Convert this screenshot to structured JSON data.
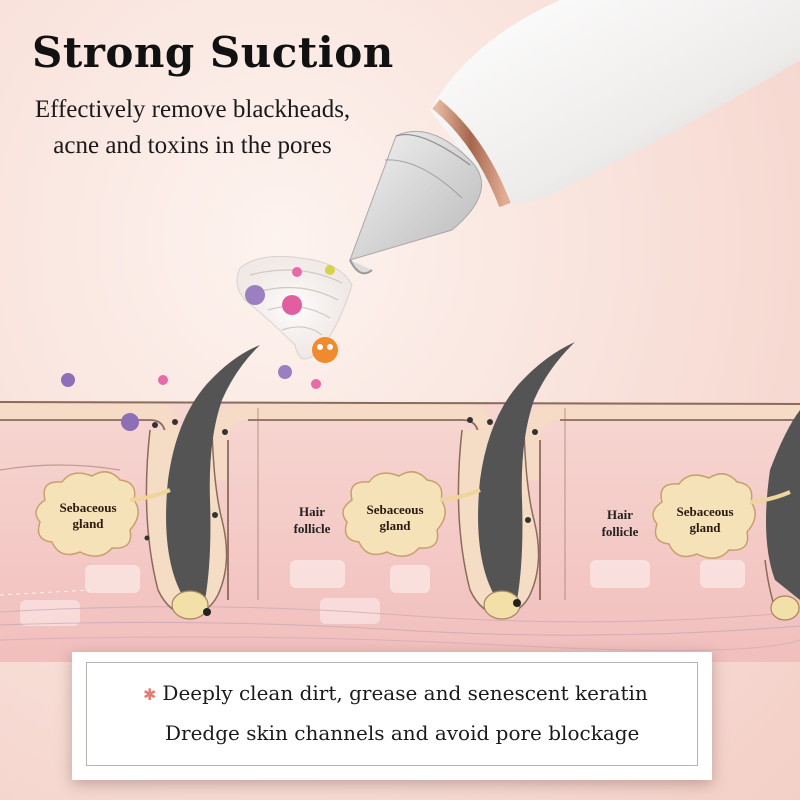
{
  "headline": {
    "title": "Strong Suction",
    "subtitle_line1": "Effectively remove blackheads,",
    "subtitle_line2": "acne and toxins in the pores"
  },
  "diagram_labels": {
    "sebaceous_line1": "Sebaceous",
    "sebaceous_line2": "gland",
    "hair_line1": "Hair",
    "hair_line2": "follicle"
  },
  "banner": {
    "bullet_icon": "star-icon",
    "line1": "Deeply clean dirt, grease and senescent keratin",
    "line2": "Dredge skin channels and avoid pore blockage"
  },
  "colors": {
    "accent_rose_gold": "#c98a6f",
    "skin_pink": "#f6c9c8",
    "gland_yellow": "#f6e2b8",
    "hair_gray": "#545454",
    "bullet_star": "#e07d72"
  }
}
